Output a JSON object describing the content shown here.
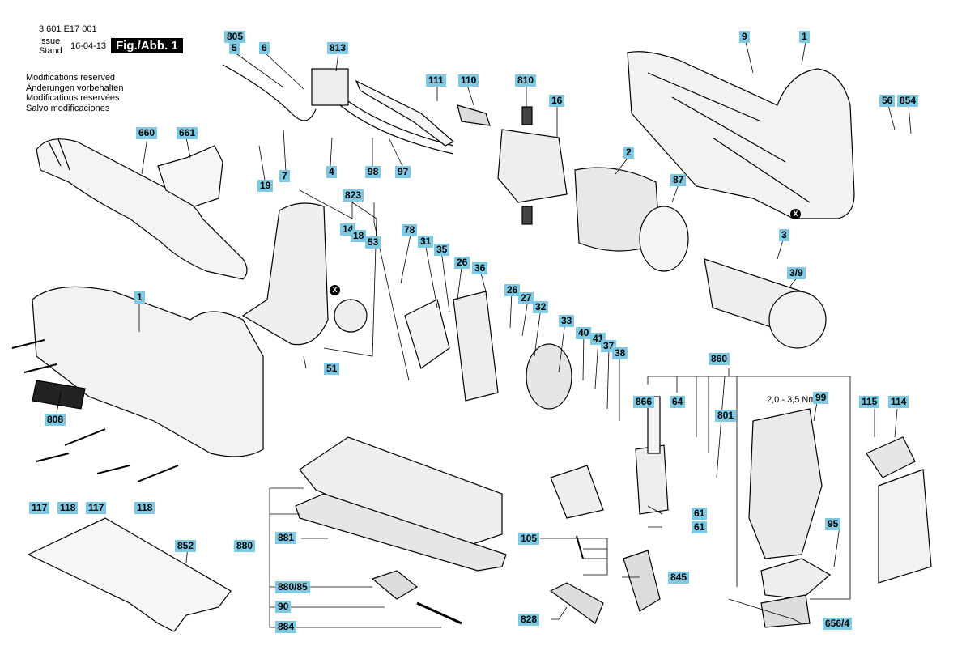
{
  "header": {
    "doc_number": "3 601 E17 001",
    "issue_label": "Issue",
    "stand_label": "Stand",
    "date": "16-04-13",
    "fig_label": "Fig./Abb. 1"
  },
  "notes": [
    "Modifications reserved",
    "Änderungen vorbehalten",
    "Modifications reservées",
    "Salvo modificaciones"
  ],
  "torque": "2,0 - 3,5 Nm",
  "x_marker": "X",
  "labels": {
    "805": "805",
    "5": "5",
    "6": "6",
    "813": "813",
    "111": "111",
    "110": "110",
    "810": "810",
    "16": "16",
    "9": "9",
    "1a": "1",
    "56": "56",
    "854": "854",
    "660": "660",
    "661": "661",
    "19": "19",
    "7": "7",
    "4": "4",
    "98": "98",
    "97": "97",
    "2": "2",
    "87": "87",
    "823": "823",
    "14": "14",
    "18": "18",
    "53": "53",
    "3": "3",
    "3_9": "3/9",
    "78": "78",
    "31": "31",
    "35": "35",
    "26a": "26",
    "36": "36",
    "26b": "26",
    "27": "27",
    "32": "32",
    "1b": "1",
    "33": "33",
    "40": "40",
    "41": "41",
    "37": "37",
    "38": "38",
    "51": "51",
    "860": "860",
    "866": "866",
    "64": "64",
    "801": "801",
    "99": "99",
    "115": "115",
    "114": "114",
    "808": "808",
    "117a": "117",
    "118a": "118",
    "117b": "117",
    "118b": "118",
    "852": "852",
    "880": "880",
    "881": "881",
    "880_85": "880/85",
    "90": "90",
    "884": "884",
    "105": "105",
    "61a": "61",
    "61b": "61",
    "845": "845",
    "95": "95",
    "828": "828",
    "656_4": "656/4"
  }
}
